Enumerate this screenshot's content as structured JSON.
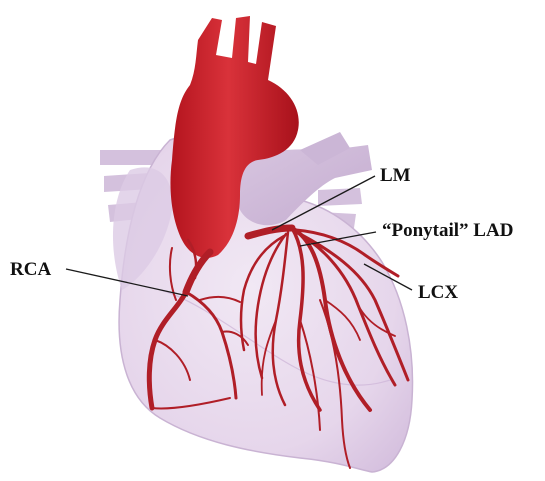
{
  "labels": {
    "lm": "LM",
    "lad": "“Ponytail” LAD",
    "rca": "RCA",
    "lcx": "LCX"
  },
  "colors": {
    "heart_body": "#e9dcee",
    "heart_shade": "#d9c6e2",
    "vessel": "#b4222a",
    "aorta": "#c8202a",
    "leader": "#1a1a1a",
    "label_text": "#111111"
  }
}
